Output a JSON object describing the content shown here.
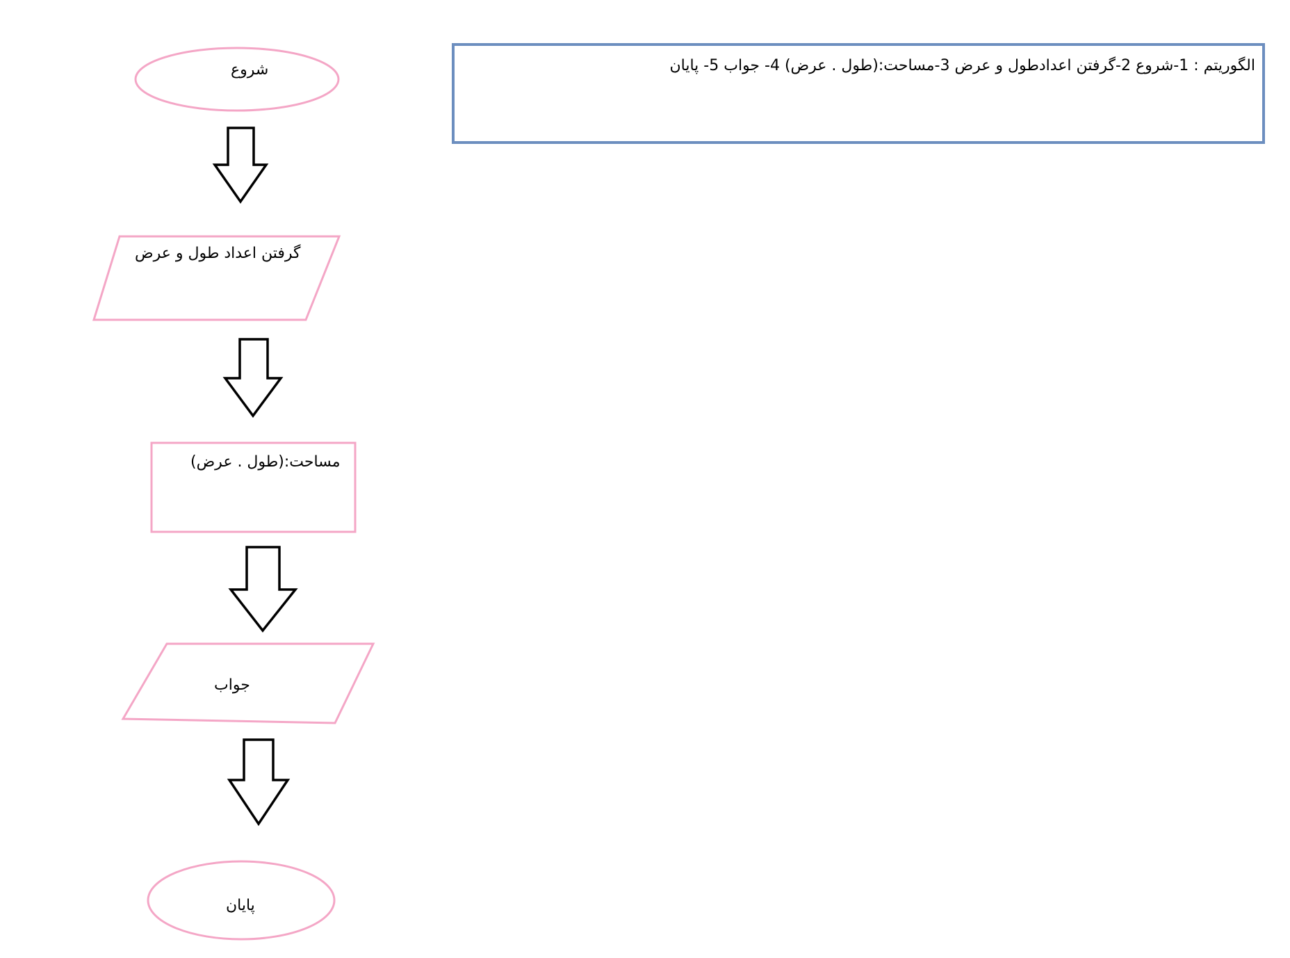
{
  "flowchart": {
    "start_label": "شروع",
    "input_label": "گرفتن اعداد طول و عرض",
    "process_label": "مساحت:(طول . عرض)",
    "output_label": "جواب",
    "end_label": "پایان"
  },
  "algorithm": {
    "text": "الگوریتم  : 1-شروع 2-گرفتن اعدادطول و عرض 3-مساحت:(طول . عرض) 4- جواب 5- پایان"
  },
  "colors": {
    "shape_stroke": "#f4a6c6",
    "arrow_stroke": "#000000",
    "algorithm_box_stroke": "#6c8ebf"
  }
}
